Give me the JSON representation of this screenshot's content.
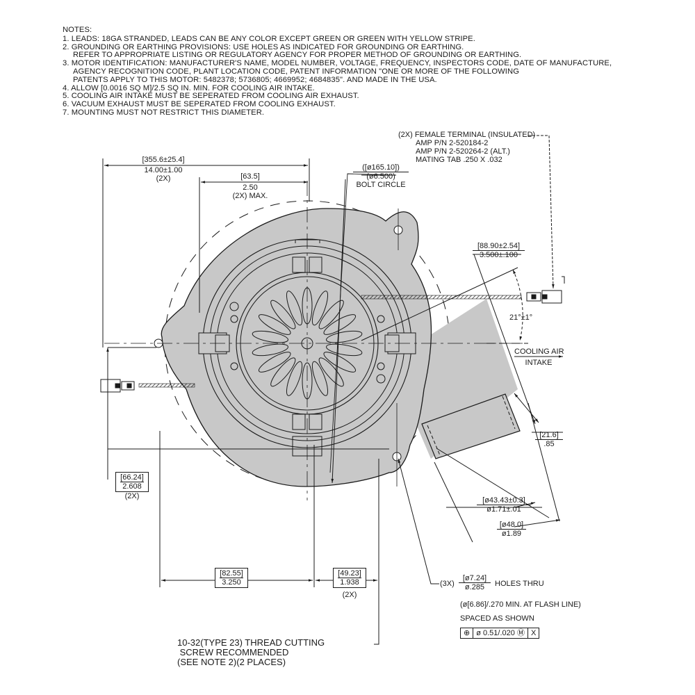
{
  "notes": {
    "title": "NOTES:",
    "items": [
      {
        "num": "1.",
        "lines": [
          "LEADS: 18GA STRANDED, LEADS CAN BE ANY COLOR EXCEPT GREEN OR GREEN WITH YELLOW STRIPE."
        ]
      },
      {
        "num": "2.",
        "lines": [
          "GROUNDING OR EARTHING PROVISIONS: USE HOLES AS INDICATED FOR GROUNDING OR EARTHING.",
          "REFER TO APPROPRIATE LISTING OR REGULATORY AGENCY FOR PROPER METHOD OF GROUNDING OR EARTHING."
        ]
      },
      {
        "num": "3.",
        "lines": [
          "MOTOR IDENTIFICATION: MANUFACTURER'S NAME, MODEL NUMBER, VOLTAGE, FREQUENCY, INSPECTORS CODE, DATE OF MANUFACTURE,",
          "AGENCY RECOGNITION CODE, PLANT LOCATION CODE, PATENT INFORMATION \"ONE OR MORE OF THE FOLLOWING",
          "PATENTS APPLY TO THIS MOTOR: 5482378; 5736805; 4669952; 4684835\". AND MADE IN THE USA."
        ]
      },
      {
        "num": "4.",
        "lines": [
          "ALLOW [0.0016 SQ M]/2.5 SQ IN. MIN. FOR COOLING AIR INTAKE."
        ]
      },
      {
        "num": "5.",
        "lines": [
          "COOLING AIR INTAKE MUST BE SEPERATED FROM COOLING AIR EXHAUST."
        ]
      },
      {
        "num": "6.",
        "lines": [
          "VACUUM EXHAUST MUST BE SEPERATED FROM COOLING EXHAUST."
        ]
      },
      {
        "num": "7.",
        "lines": [
          "MOUNTING MUST NOT RESTRICT THIS DIAMETER."
        ]
      }
    ]
  },
  "terminal": {
    "line1": "(2X) FEMALE TERMINAL (INSULATED)",
    "line2": "AMP P/N 2-520184-2",
    "line3": "AMP P/N 2-520264-2 (ALT.)",
    "line4": "MATING TAB .250 X .032"
  },
  "dimensions": {
    "overall_width": {
      "metric": "[355.6±25.4]",
      "imperial": "14.00±1.00",
      "qty": "(2X)"
    },
    "max_width": {
      "metric": "[63.5]",
      "imperial": "2.50",
      "qty": "(2X) MAX."
    },
    "bolt_circle": {
      "metric": "([ø165.10])",
      "imperial": "(ø6.500)",
      "label": "BOLT CIRCLE"
    },
    "lead_length": {
      "metric": "[88.90±2.54]",
      "imperial": "3.500±.100"
    },
    "angle": "21°±1°",
    "cooling_air": {
      "line1": "COOLING AIR",
      "line2": "INTAKE"
    },
    "outlet_length": {
      "metric": "[21.6]",
      "imperial": ".85"
    },
    "outlet_inner_dia": {
      "metric": "[ø43.43±0.3]",
      "imperial": "ø1.71±.01"
    },
    "outlet_outer_dia": {
      "metric": "[ø48.0]",
      "imperial": "ø1.89"
    },
    "left_offset": {
      "metric": "[66.24]",
      "imperial": "2.608",
      "qty": "(2X)"
    },
    "bottom_left": {
      "metric": "[82.55]",
      "imperial": "3.250"
    },
    "bottom_right": {
      "metric": "[49.23]",
      "imperial": "1.938",
      "qty": "(2X)"
    }
  },
  "holes": {
    "qty": "(3X)",
    "metric": "[ø7.24]",
    "imperial": "ø.285",
    "label": "HOLES THRU",
    "flash_note": "(ø[6.86]/.270 MIN. AT FLASH LINE)",
    "spacing": "SPACED AS SHOWN",
    "fcf": {
      "symbol": "⊕",
      "tolerance": "ø 0.51/.020",
      "modifier": "Ⓜ",
      "datum": "X"
    }
  },
  "screw_note": {
    "line1": "10-32(TYPE 23) THREAD CUTTING",
    "line2": " SCREW RECOMMENDED",
    "line3": "(SEE NOTE 2)(2 PLACES)"
  },
  "colors": {
    "line": "#1a1a1a",
    "body_fill": "#c8c8c8",
    "background": "#ffffff"
  }
}
